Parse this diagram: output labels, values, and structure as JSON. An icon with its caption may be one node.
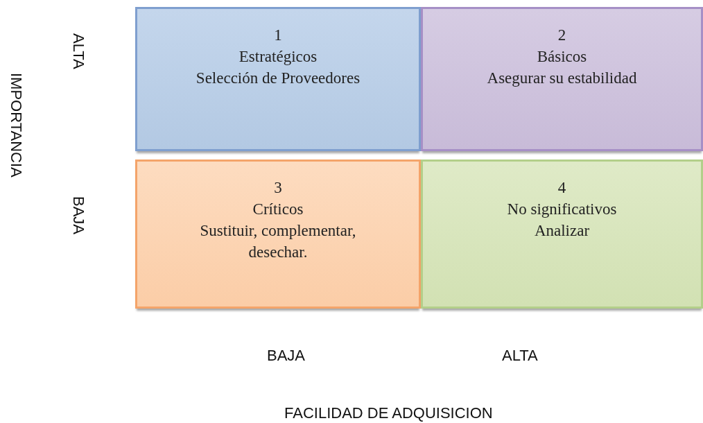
{
  "diagram": {
    "nodes": [
      {
        "text": [
          "1",
          "Estratégicos",
          "Selección de Proveedores"
        ]
      },
      {
        "text": [
          "2",
          "Básicos",
          "Asegurar su estabilidad"
        ]
      },
      {
        "text": [
          "3",
          "Críticos",
          "Sustituir, complementar, desechar."
        ]
      },
      {
        "text": [
          "4",
          "No significativos",
          "Analizar"
        ]
      }
    ],
    "edges": [],
    "labels": [
      "IMPORTANCIA",
      "ALTA",
      "BAJA",
      "BAJA",
      "ALTA",
      "FACILIDAD DE ADQUISICION"
    ]
  }
}
